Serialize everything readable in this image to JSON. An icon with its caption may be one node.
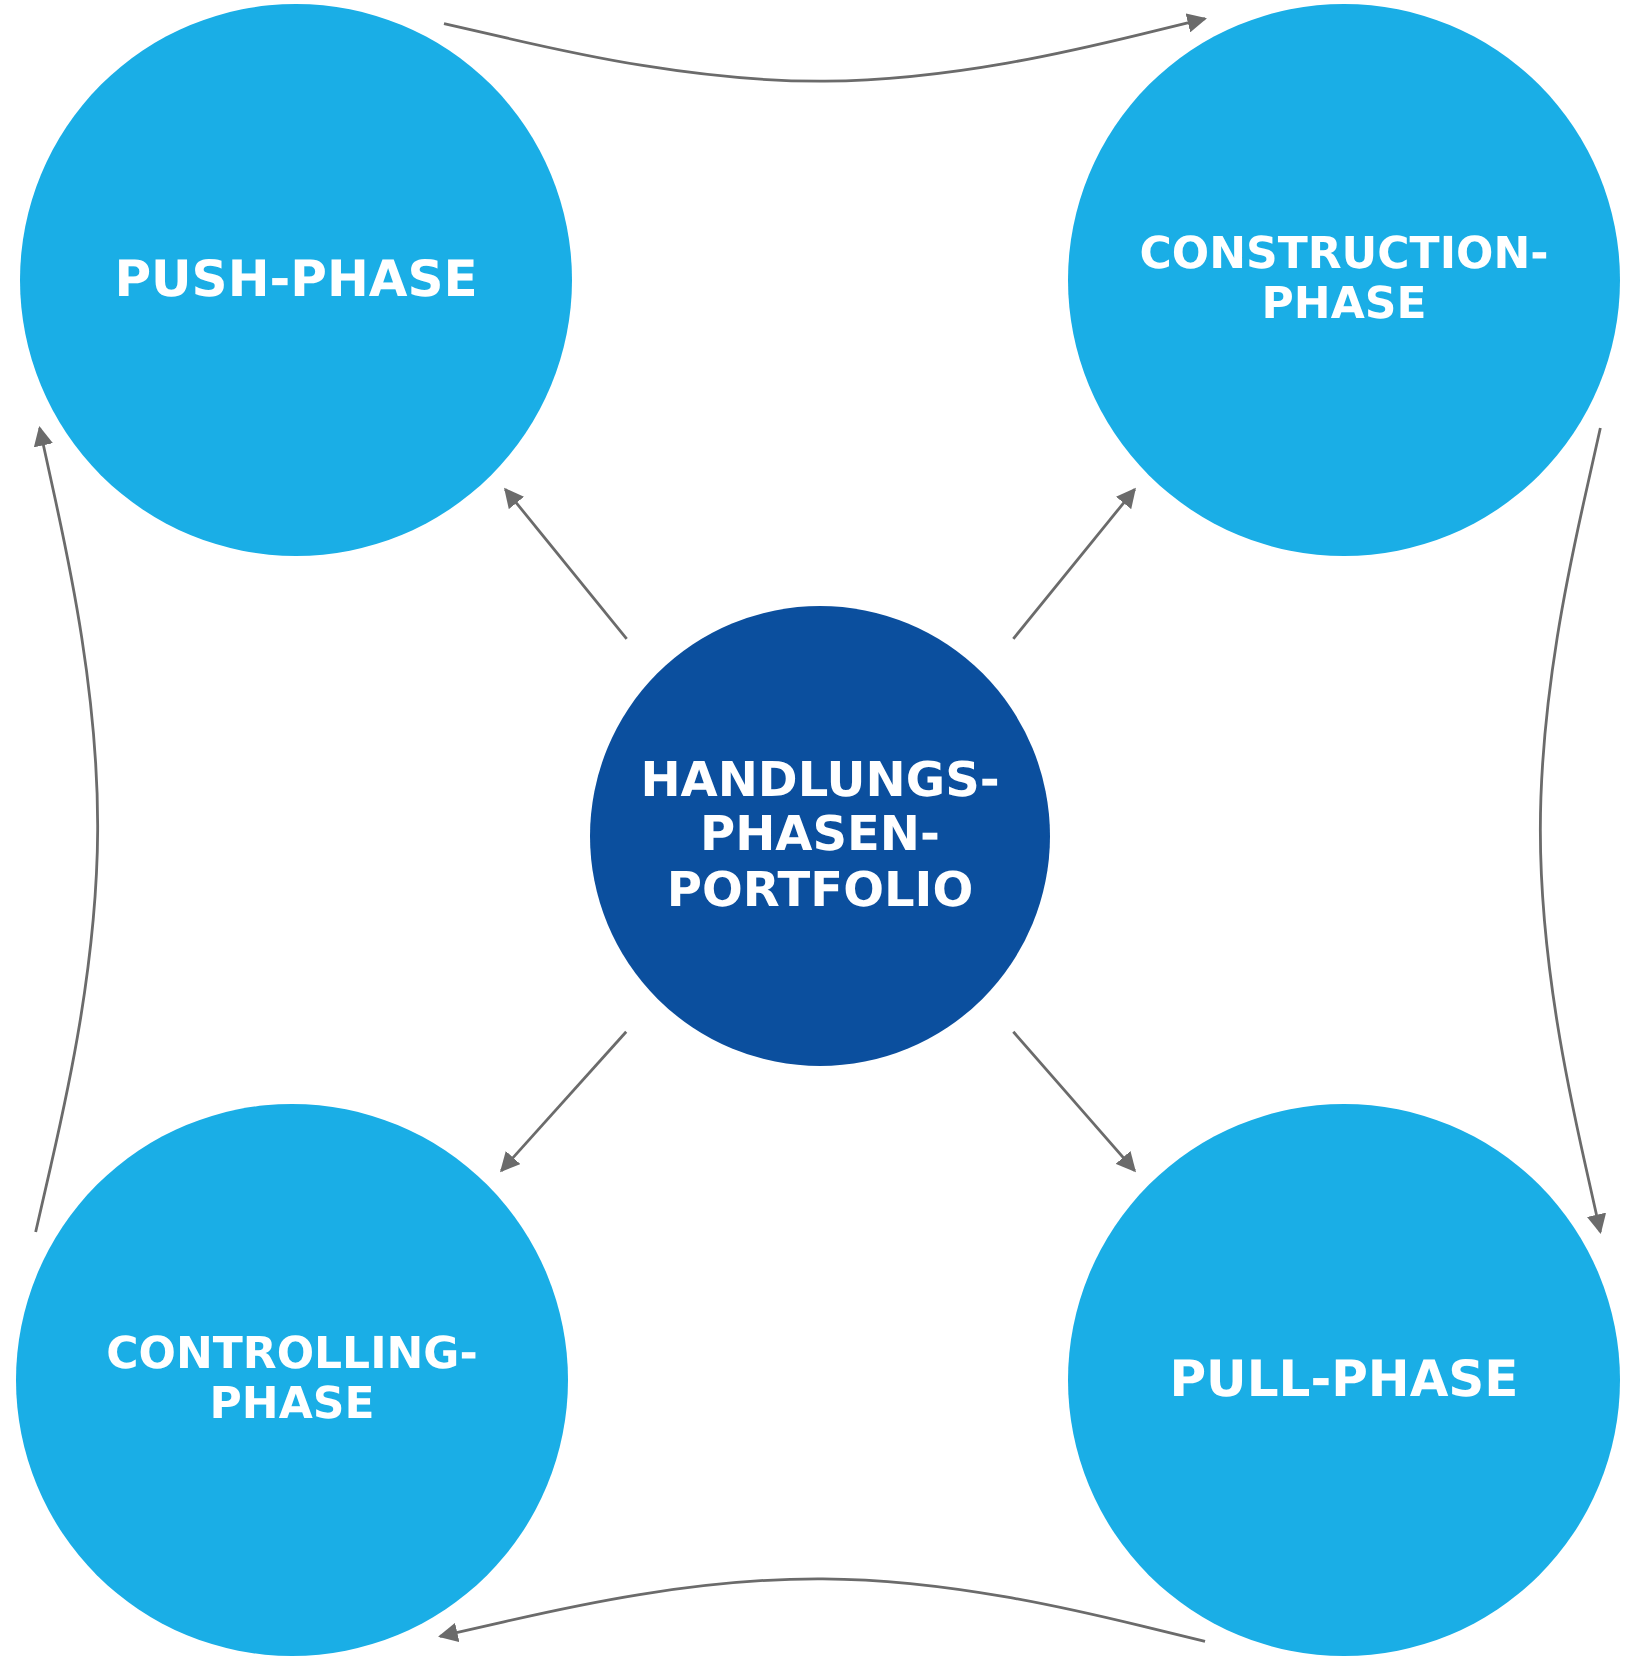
{
  "diagram": {
    "nodes": [
      {
        "text": [
          "PUSH-PHASE"
        ]
      },
      {
        "text": [
          "CONSTRUCTION- PHASE"
        ]
      },
      {
        "text": [
          "HANDLUNGS- PHASEN- PORTFOLIO"
        ]
      },
      {
        "text": [
          "CONTROLLING- PHASE"
        ]
      },
      {
        "text": [
          "PULL-PHASE"
        ]
      }
    ],
    "edges": [
      {
        "from": 0,
        "to": 1,
        "arrow": "to"
      },
      {
        "from": 1,
        "to": 4,
        "arrow": "to"
      },
      {
        "from": 4,
        "to": 3,
        "arrow": "to"
      },
      {
        "from": 3,
        "to": 0,
        "arrow": "to"
      },
      {
        "from": 2,
        "to": 0,
        "arrow": "to"
      },
      {
        "from": 2,
        "to": 1,
        "arrow": "to"
      },
      {
        "from": 2,
        "to": 3,
        "arrow": "to"
      },
      {
        "from": 2,
        "to": 4,
        "arrow": "to"
      }
    ]
  }
}
